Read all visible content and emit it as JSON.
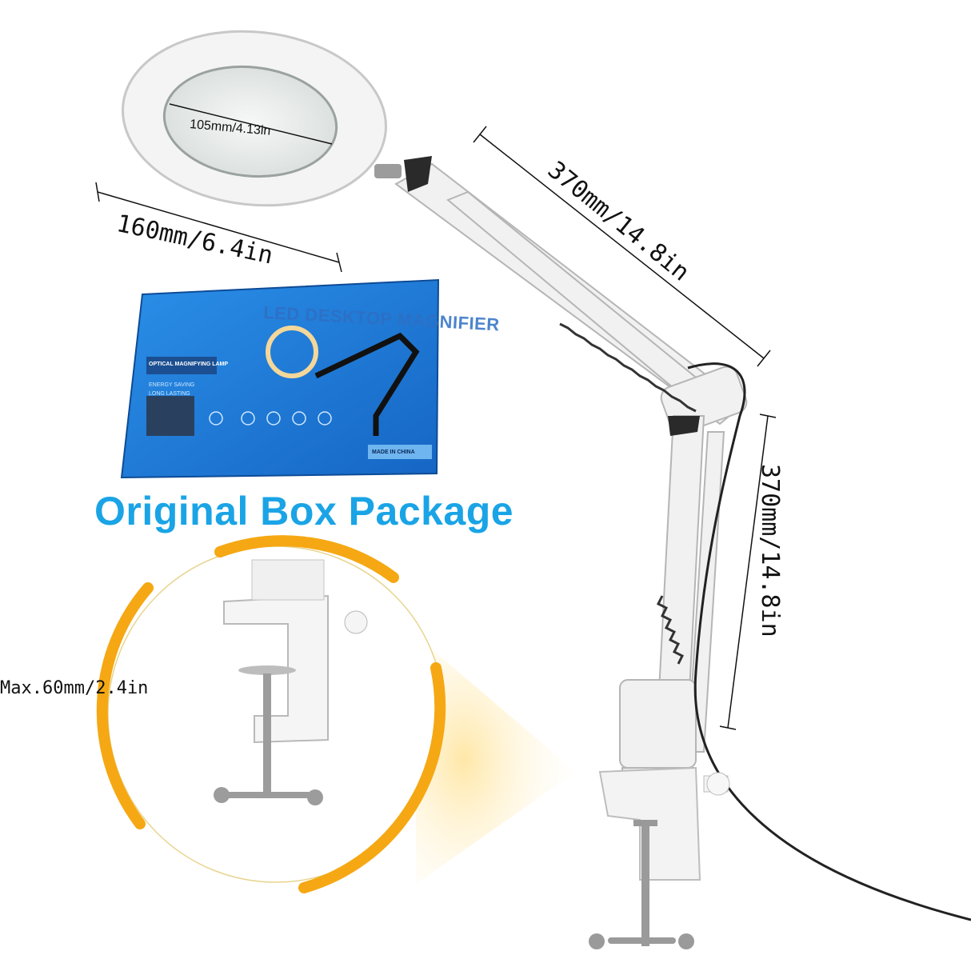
{
  "dimensions": {
    "shade_width": "160mm/6.4in",
    "lens_diameter": "105mm/4.13in",
    "upper_arm": "370mm/14.8in",
    "lower_arm": "370mm/14.8in",
    "clamp_max": "Max.60mm/2.4in"
  },
  "headline": "Original Box Package",
  "box": {
    "title": "LED DESKTOP MAGNIFIER",
    "subtitle": "OPTICAL MAGNIFYING LAMP",
    "features": [
      "ENERGY SAVING",
      "LONG LASTING"
    ],
    "made_in": "MADE IN CHINA"
  },
  "colors": {
    "headline": "#1aa4e6",
    "accent_arc": "#f5a813",
    "box_blue": "#1f86e0",
    "lamp_white": "#f2f2f2"
  }
}
